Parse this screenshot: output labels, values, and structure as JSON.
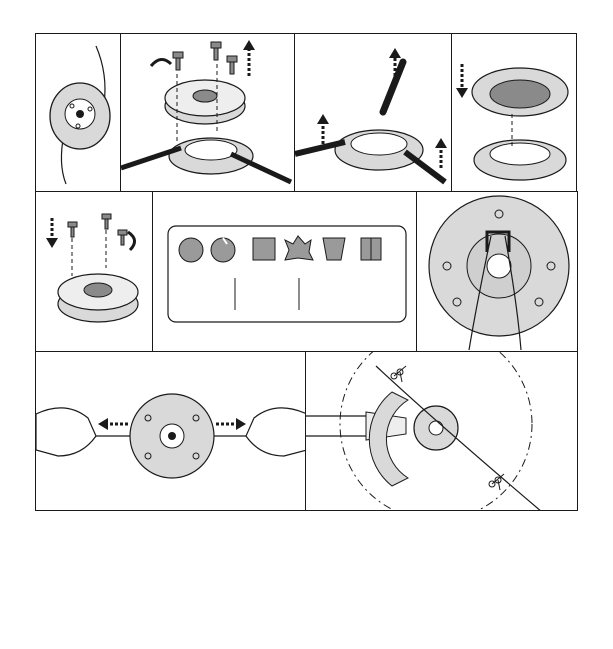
{
  "figure": {
    "panels": [
      {
        "id": "trimmer-head-with-line"
      },
      {
        "id": "remove-screws-lift-cover"
      },
      {
        "id": "remove-blades-from-base"
      },
      {
        "id": "fit-cover-onto-base"
      },
      {
        "id": "refit-screws-assembled-head"
      },
      {
        "id": "line-cross-section-shapes"
      },
      {
        "id": "thread-line-through-eyelet"
      },
      {
        "id": "pull-line-ends-outward"
      },
      {
        "id": "cut-line-at-guard-blade"
      }
    ],
    "line_profiles": [
      "round",
      "round-notched",
      "square",
      "star",
      "twisted-square",
      "serrated"
    ]
  },
  "colors": {
    "ink": "#1a1a1a",
    "fill_gray": "#d9d9d9",
    "fill_dark": "#8a8a8a",
    "profile_fill": "#9a9a9a"
  }
}
